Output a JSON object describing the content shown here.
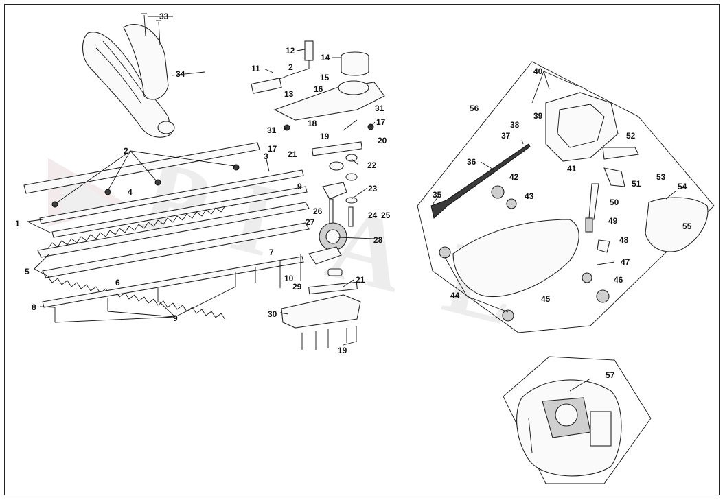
{
  "diagram": {
    "watermark": "",
    "labels": [
      {
        "id": "l1",
        "text": "1"
      },
      {
        "id": "l2a",
        "text": "2"
      },
      {
        "id": "l2b",
        "text": "2"
      },
      {
        "id": "l3",
        "text": "3"
      },
      {
        "id": "l4",
        "text": "4"
      },
      {
        "id": "l5",
        "text": "5"
      },
      {
        "id": "l6",
        "text": "6"
      },
      {
        "id": "l7",
        "text": "7"
      },
      {
        "id": "l8",
        "text": "8"
      },
      {
        "id": "l9a",
        "text": "9"
      },
      {
        "id": "l9b",
        "text": "9"
      },
      {
        "id": "l10",
        "text": "10"
      },
      {
        "id": "l11",
        "text": "11"
      },
      {
        "id": "l12",
        "text": "12"
      },
      {
        "id": "l13",
        "text": "13"
      },
      {
        "id": "l14",
        "text": "14"
      },
      {
        "id": "l15",
        "text": "15"
      },
      {
        "id": "l16",
        "text": "16"
      },
      {
        "id": "l17a",
        "text": "17"
      },
      {
        "id": "l17b",
        "text": "17"
      },
      {
        "id": "l18",
        "text": "18"
      },
      {
        "id": "l19a",
        "text": "19"
      },
      {
        "id": "l19b",
        "text": "19"
      },
      {
        "id": "l20",
        "text": "20"
      },
      {
        "id": "l21a",
        "text": "21"
      },
      {
        "id": "l21b",
        "text": "21"
      },
      {
        "id": "l22",
        "text": "22"
      },
      {
        "id": "l23",
        "text": "23"
      },
      {
        "id": "l24",
        "text": "24"
      },
      {
        "id": "l25",
        "text": "25"
      },
      {
        "id": "l26",
        "text": "26"
      },
      {
        "id": "l27",
        "text": "27"
      },
      {
        "id": "l28",
        "text": "28"
      },
      {
        "id": "l29",
        "text": "29"
      },
      {
        "id": "l30",
        "text": "30"
      },
      {
        "id": "l31a",
        "text": "31"
      },
      {
        "id": "l31b",
        "text": "31"
      },
      {
        "id": "l33",
        "text": "33"
      },
      {
        "id": "l34",
        "text": "34"
      },
      {
        "id": "l35",
        "text": "35"
      },
      {
        "id": "l36",
        "text": "36"
      },
      {
        "id": "l37",
        "text": "37"
      },
      {
        "id": "l38",
        "text": "38"
      },
      {
        "id": "l39",
        "text": "39"
      },
      {
        "id": "l40",
        "text": "40"
      },
      {
        "id": "l41",
        "text": "41"
      },
      {
        "id": "l42",
        "text": "42"
      },
      {
        "id": "l43",
        "text": "43"
      },
      {
        "id": "l44",
        "text": "44"
      },
      {
        "id": "l45",
        "text": "45"
      },
      {
        "id": "l46",
        "text": "46"
      },
      {
        "id": "l47",
        "text": "47"
      },
      {
        "id": "l48",
        "text": "48"
      },
      {
        "id": "l49",
        "text": "49"
      },
      {
        "id": "l50",
        "text": "50"
      },
      {
        "id": "l51",
        "text": "51"
      },
      {
        "id": "l52",
        "text": "52"
      },
      {
        "id": "l53",
        "text": "53"
      },
      {
        "id": "l54",
        "text": "54"
      },
      {
        "id": "l55",
        "text": "55"
      },
      {
        "id": "l56",
        "text": "56"
      },
      {
        "id": "l57",
        "text": "57"
      }
    ]
  }
}
